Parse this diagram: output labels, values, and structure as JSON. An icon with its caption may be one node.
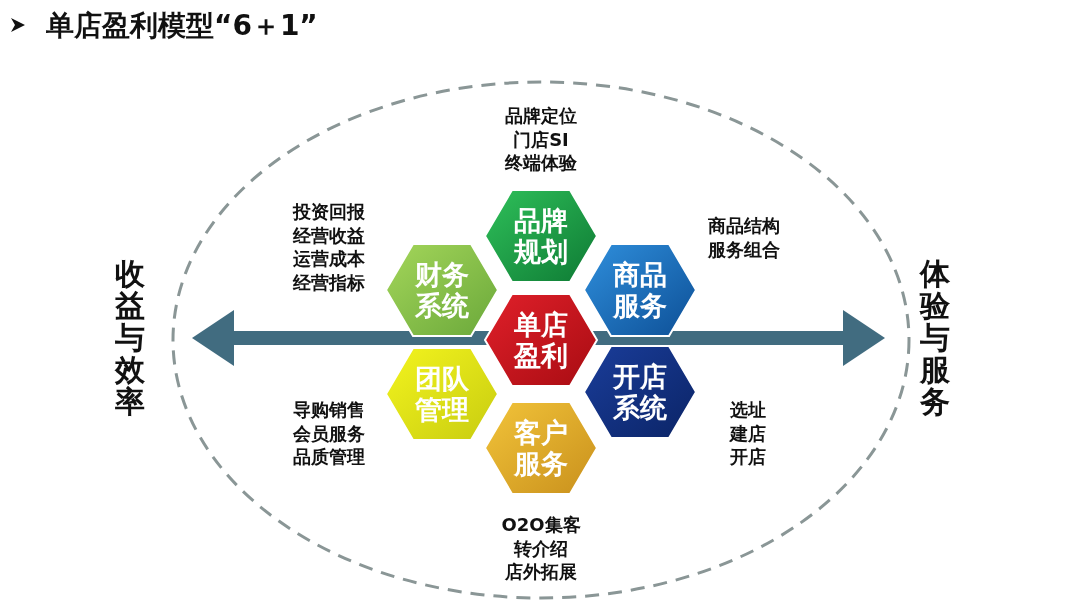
{
  "diagram": {
    "title": "单店盈利模型“6＋1”",
    "nodes": [
      {
        "text": [
          "品牌规划"
        ],
        "beside": [
          "品牌定位",
          "门店SI",
          "终端体验"
        ]
      },
      {
        "text": [
          "财务系统"
        ],
        "beside": [
          "投资回报",
          "经营收益",
          "运营成本",
          "经营指标"
        ]
      },
      {
        "text": [
          "商品服务"
        ],
        "beside": [
          "商品结构",
          "服务组合"
        ]
      },
      {
        "text": [
          "单店盈利"
        ]
      },
      {
        "text": [
          "团队管理"
        ],
        "beside": [
          "导购销售",
          "会员服务",
          "品质管理"
        ]
      },
      {
        "text": [
          "开店系统"
        ],
        "beside": [
          "选址",
          "建店",
          "开店"
        ]
      },
      {
        "text": [
          "客户服务"
        ],
        "beside": [
          "O2O集客",
          "转介绍",
          "店外拓展"
        ]
      }
    ],
    "labels": [
      "收益与效率",
      "体验与服务"
    ]
  }
}
